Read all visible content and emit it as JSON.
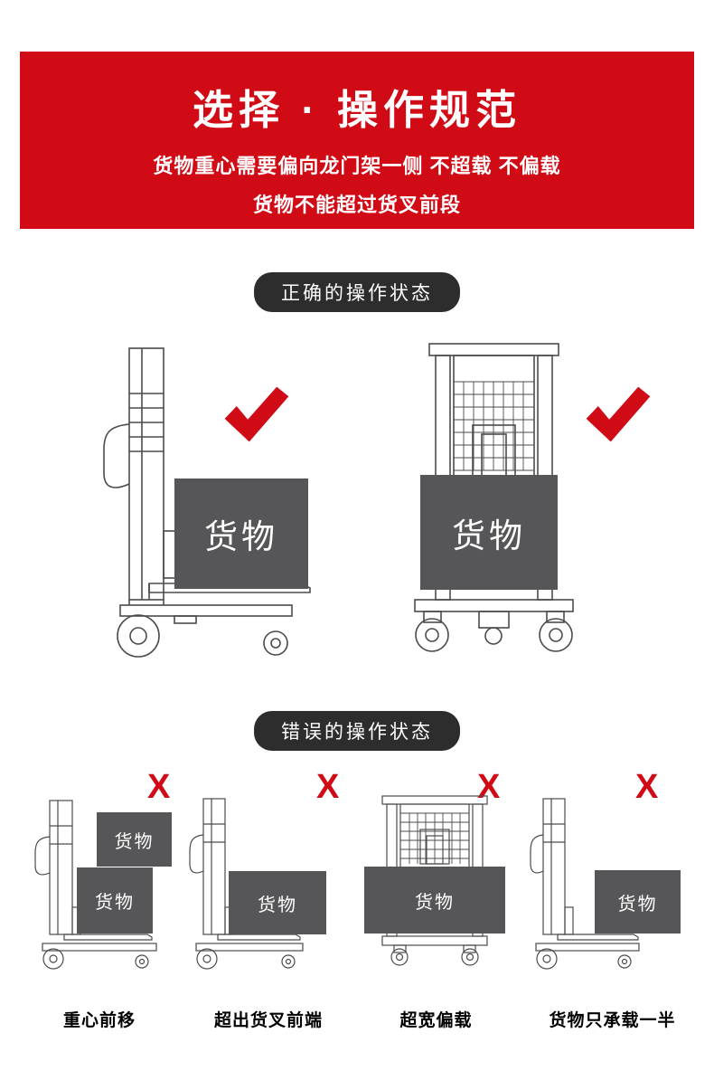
{
  "banner": {
    "title": "选择 · 操作规范",
    "subtitle_line1": "货物重心需要偏向龙门架一侧 不超载 不偏载",
    "subtitle_line2": "货物不能超过货叉前段"
  },
  "correct_section": {
    "badge_label": "正确的操作状态",
    "items": [
      {
        "view": "side",
        "cargo_label": "货物",
        "mark": "check"
      },
      {
        "view": "front",
        "cargo_label": "货物",
        "mark": "check"
      }
    ]
  },
  "wrong_section": {
    "badge_label": "错误的操作状态",
    "x_mark": "X",
    "items": [
      {
        "caption": "重心前移",
        "cargo_labels": [
          "货物",
          "货物"
        ]
      },
      {
        "caption": "超出货叉前端",
        "cargo_labels": [
          "货物"
        ]
      },
      {
        "caption": "超宽偏载",
        "cargo_labels": [
          "货物"
        ]
      },
      {
        "caption": "货物只承载一半",
        "cargo_labels": [
          "货物"
        ]
      }
    ]
  },
  "colors": {
    "accent_red": "#d10b16",
    "cargo_gray": "#565659",
    "badge_dark": "#2d2d2d"
  }
}
